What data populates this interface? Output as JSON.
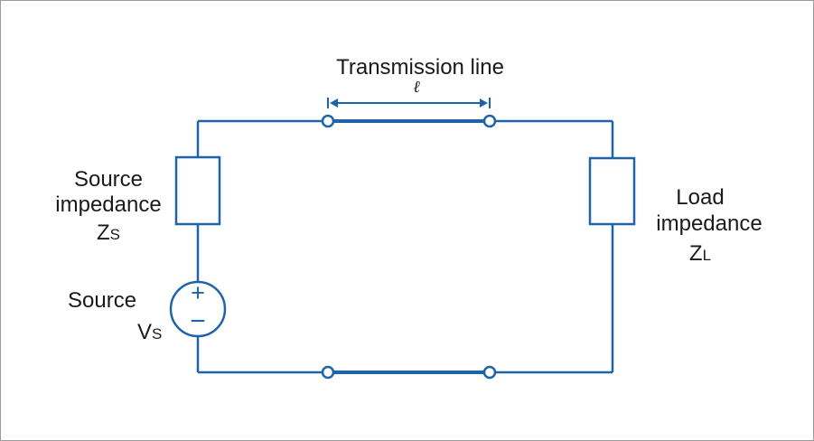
{
  "diagram": {
    "title": "Transmission line",
    "length_symbol": "ℓ",
    "source_impedance": {
      "line1": "Source",
      "line2": "impedance",
      "symbol": "Z",
      "subscript": "S"
    },
    "source": {
      "line1": "Source",
      "symbol": "V",
      "subscript": "S",
      "plus": "+",
      "minus": "−"
    },
    "load_impedance": {
      "line1": "Load",
      "line2": "impedance",
      "symbol": "Z",
      "subscript": "L"
    }
  },
  "colors": {
    "wire": "#1f63a8",
    "text": "#1a1a1a",
    "border": "#9a9a9a"
  },
  "icons": {
    "voltage_source": "voltage-source-icon",
    "terminal": "terminal-circle-icon",
    "resistor": "impedance-box-icon",
    "arrow": "double-arrow-icon"
  }
}
